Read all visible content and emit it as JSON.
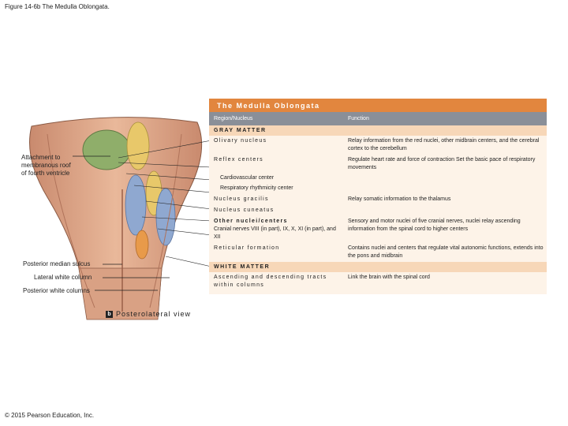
{
  "figure_title": "Figure 14-6b The Medulla Oblongata.",
  "copyright": "© 2015 Pearson Education, Inc.",
  "illustration": {
    "labels": {
      "attachment": "Attachment to membranous roof of fourth ventricle",
      "posterior_median_sulcus": "Posterior median sulcus",
      "lateral_white_column": "Lateral white column",
      "posterior_white_columns": "Posterior white columns"
    },
    "view_badge": "b",
    "view_label": "Posterolateral view"
  },
  "table": {
    "title": "The Medulla Oblongata",
    "col_region": "Region/Nucleus",
    "col_function": "Function",
    "gray_matter": "GRAY MATTER",
    "white_matter": "WHITE MATTER",
    "olivary_name": "Olivary nucleus",
    "olivary_func": "Relay information from the red nuclei, other midbrain centers, and the cerebral cortex to the cerebellum",
    "reflex_name": "Reflex centers",
    "reflex_func": "Regulate heart rate and force of contraction Set the basic pace of respiratory movements",
    "cardio": "Cardiovascular center",
    "resp": "Respiratory rhythmicity center",
    "gracilis_name": "Nucleus gracilis",
    "gracilis_func": "Relay somatic information to the thalamus",
    "cuneatus_name": "Nucleus cuneatus",
    "other_name": "Other nuclei/centers",
    "other_sub": "Cranial nerves VIII (in part), IX, X, XI (in part), and XII",
    "other_func": "Sensory and motor nuclei of five cranial nerves, nuclei relay ascending information from the spinal cord to higher centers",
    "reticular_name": "Reticular formation",
    "reticular_func": "Contains nuclei and centers that regulate vital autonomic functions, extends into the pons and midbrain",
    "tracts_name": "Ascending and descending tracts within columns",
    "tracts_func": "Link the brain with the spinal cord"
  }
}
